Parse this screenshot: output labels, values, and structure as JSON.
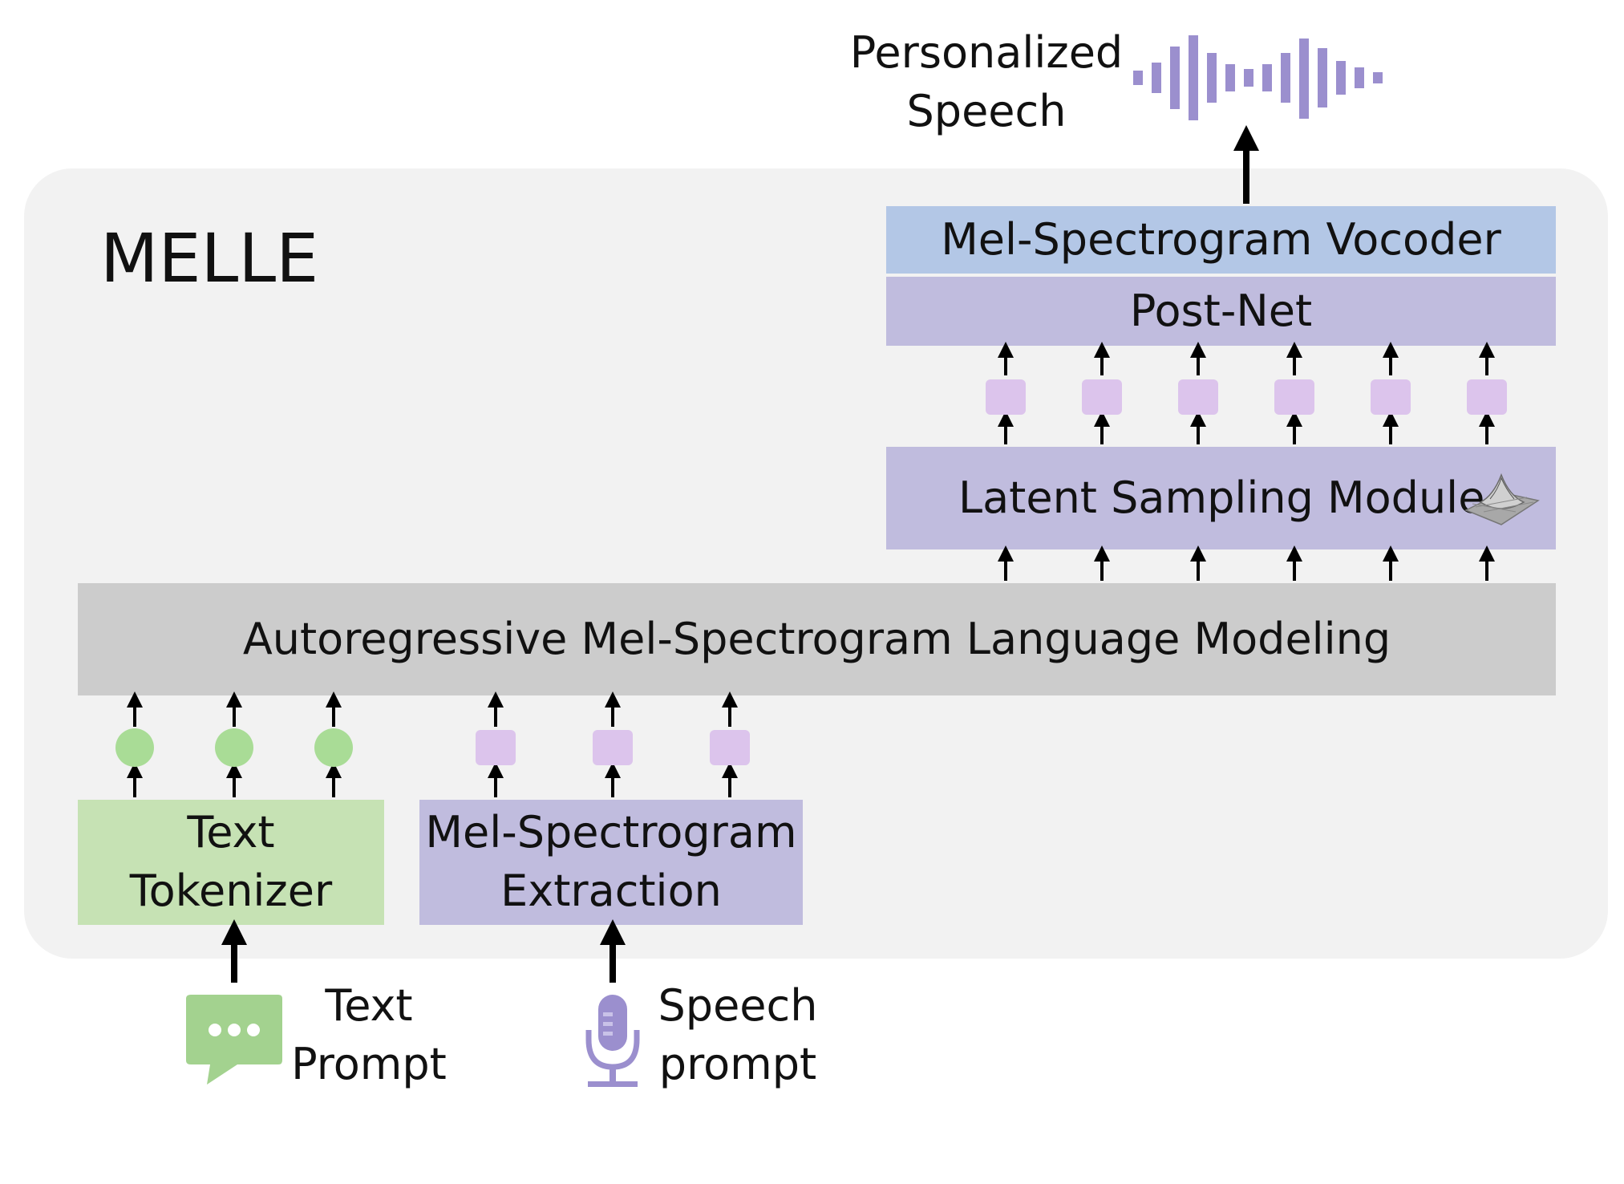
{
  "title": "MELLE",
  "blocks": {
    "vocoder": "Mel-Spectrogram Vocoder",
    "postnet": "Post-Net",
    "latent_sampling": "Latent Sampling Module",
    "lm": "Autoregressive Mel-Spectrogram Language Modeling",
    "text_tokenizer": [
      "Text",
      "Tokenizer"
    ],
    "mel_extraction": [
      "Mel-Spectrogram",
      "Extraction"
    ]
  },
  "inputs": {
    "text_prompt": [
      "Text",
      "Prompt"
    ],
    "speech_prompt": [
      "Speech",
      "prompt"
    ]
  },
  "output": {
    "label": [
      "Personalized",
      "Speech"
    ]
  },
  "icons": {
    "text_prompt": "chat-bubble-icon",
    "speech_prompt": "microphone-icon",
    "output": "waveform-icon",
    "latent": "gaussian-surface-icon"
  },
  "colors": {
    "green": "#c6e2b4",
    "purple": "#c0bcde",
    "blue": "#b3c7e6",
    "gray": "#cccccc",
    "token_green": "#a9dc96",
    "token_purple": "#dcc4ec",
    "icon_purple": "#9b8fce",
    "icon_green": "#a3d28f"
  }
}
